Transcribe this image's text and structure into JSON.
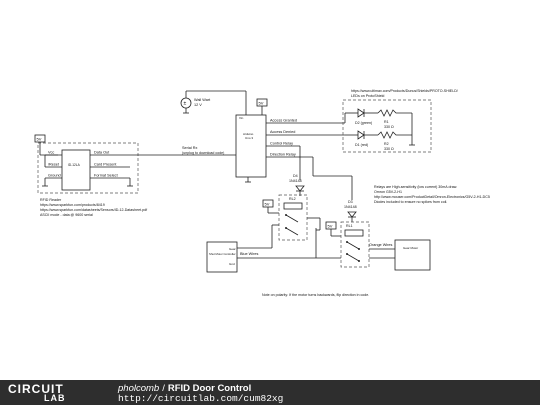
{
  "schematic": {
    "vcc_label": "5V",
    "rfid_reader": {
      "part": "ID-12LA",
      "pins_left": [
        "Vcc",
        "/Reset",
        "Ground"
      ],
      "pins_right": [
        "Data Out",
        "Card Present",
        "Format Select"
      ],
      "notes": [
        "RFID Reader",
        "https://www.sparkfun.com/products/8419",
        "https://www.sparkfun.com/datasheets/Sensors/ID-12-Datasheet.pdf",
        "ASCII mode - data @ 9600 serial"
      ]
    },
    "serial_rx": [
      "Serial Rx",
      "(unplug to download code)"
    ],
    "wall_wart": [
      "Wall Wart",
      "12 V"
    ],
    "arduino": {
      "part": "Arduino",
      "sub": "Uno 3",
      "vin": "Vin",
      "pins": [
        "Access Granted",
        "Access Denied",
        "Control Relay",
        "Direction Relay"
      ]
    },
    "leds": {
      "url": "https://www.ultimax.com/Products/Dunus/Shields/PROTO-SHIELD/",
      "caption": "LEDs on ProtoShield",
      "d2": "D2 (green)",
      "d1": "D1 (red)",
      "r1": [
        "R1",
        "330 Ω"
      ],
      "r2": [
        "R2",
        "330 Ω"
      ]
    },
    "diode_d4": [
      "D4",
      "1N4148"
    ],
    "diode_d3": [
      "D3",
      "1N4148"
    ],
    "relay_rl2": "RL2",
    "relay_rl1": "RL1",
    "relay_notes": [
      "Relays are High-sensitivity (low current) 30mA draw.",
      "Omron G5V-2-H1",
      "http://www.mouser.com/ProductDetail/Omron-Electronics/G5V-2-H1-DC5",
      "Diodes included to ensure no spikes from coil."
    ],
    "motor_left": [
      "Gear",
      "Shut Motor Controller",
      "Gnd"
    ],
    "motor_right": "Gear Motor",
    "blue_wires": "Blue Wires",
    "orange_wires": "Orange Wires",
    "polarity_note": "Note on polarity: If the motor turns backwards, flip direction in code."
  },
  "footer": {
    "logo_top": "CIRCUIT",
    "logo_bottom": "LAB",
    "author": "pholcomb",
    "separator": "/",
    "title": "RFID Door Control",
    "url": "http://circuitlab.com/cum82xg"
  }
}
